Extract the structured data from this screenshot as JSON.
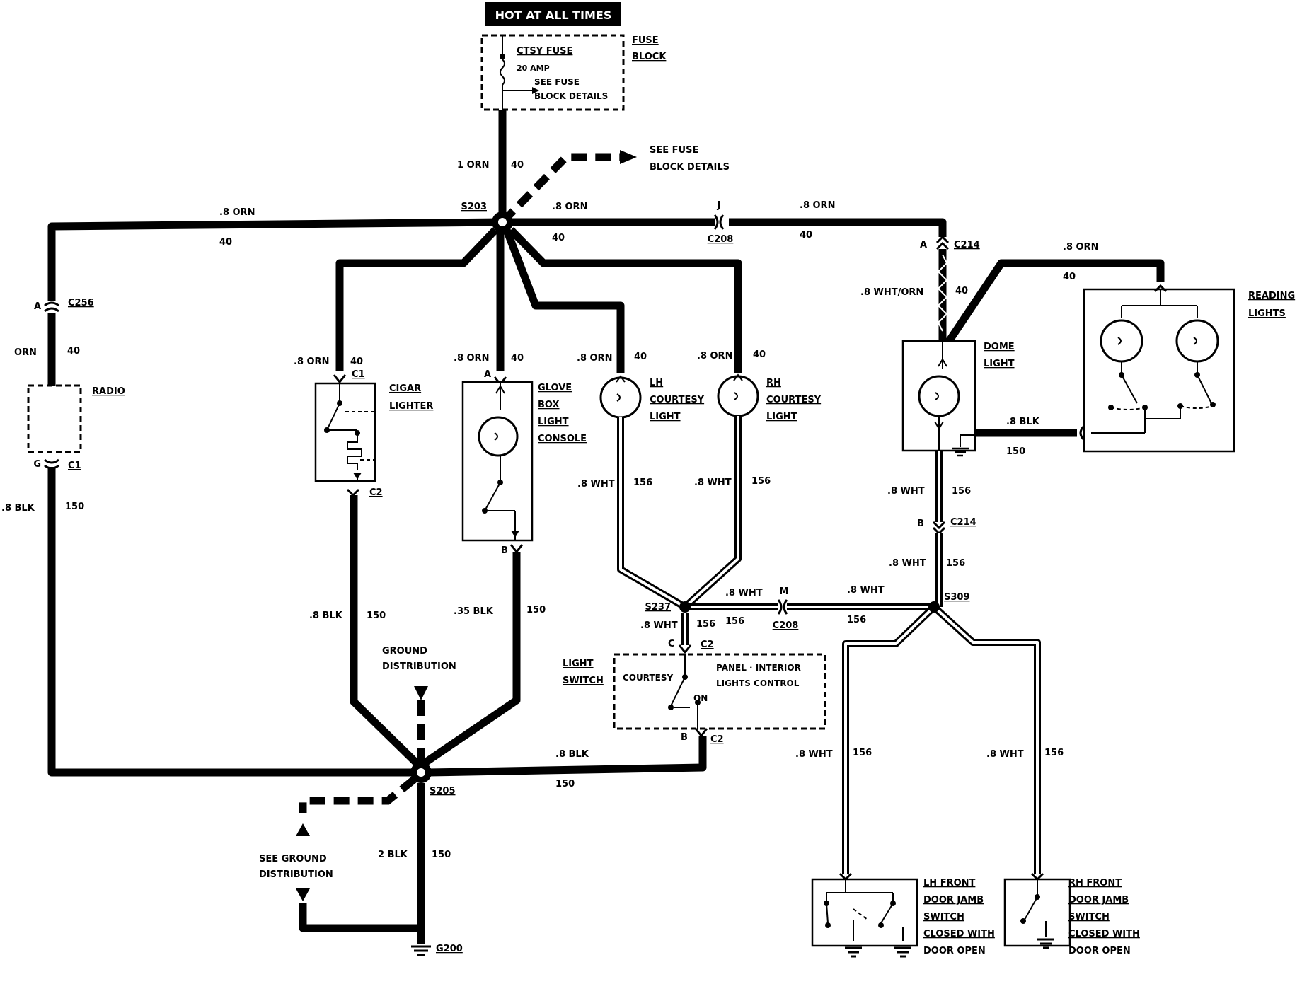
{
  "header": {
    "power_label": "HOT AT ALL TIMES"
  },
  "fuse": {
    "name": "CTSY FUSE",
    "rating": "20 AMP",
    "see_line1": "SEE FUSE",
    "see_line2": "BLOCK DETAILS",
    "block_line1": "FUSE",
    "block_line2": "BLOCK"
  },
  "refs": {
    "fuse_details_line1": "SEE FUSE",
    "fuse_details_line2": "BLOCK DETAILS",
    "ground_dist_line1": "GROUND",
    "ground_dist_line2": "DISTRIBUTION",
    "see_ground_line1": "SEE GROUND",
    "see_ground_line2": "DISTRIBUTION"
  },
  "splices": {
    "s203": "S203",
    "s205": "S205",
    "s237": "S237",
    "s309": "S309",
    "g200": "G200"
  },
  "connectors": {
    "j": "J",
    "c208": "C208",
    "a": "A",
    "b": "B",
    "c": "C",
    "g": "G",
    "m": "M",
    "c214": "C214",
    "c256": "C256",
    "c1": "C1",
    "c2": "C2"
  },
  "wires": {
    "orn_1": "1 ORN",
    "orn_08": ".8 ORN",
    "orn": "ORN",
    "circ_40": "40",
    "wht_orn": ".8 WHT/ORN",
    "wht_08": ".8 WHT",
    "circ_156": "156",
    "blk_08": ".8 BLK",
    "blk_035": ".35  BLK",
    "blk_2": "2 BLK",
    "circ_150": "150"
  },
  "components": {
    "radio": "RADIO",
    "cigar": [
      "CIGAR",
      "LIGHTER"
    ],
    "glove": [
      "GLOVE",
      "BOX",
      "LIGHT",
      "CONSOLE"
    ],
    "lh_courtesy": [
      "LH",
      "COURTESY",
      "LIGHT"
    ],
    "rh_courtesy": [
      "RH",
      "COURTESY",
      "LIGHT"
    ],
    "dome": [
      "DOME",
      "LIGHT"
    ],
    "reading": [
      "READING",
      "LIGHTS"
    ],
    "light_switch": [
      "LIGHT",
      "SWITCH"
    ],
    "courtesy_pos": "COURTESY",
    "on_pos": "ON",
    "panel_ctrl": [
      "PANEL · INTERIOR",
      "LIGHTS CONTROL"
    ],
    "lh_door": [
      "LH FRONT",
      "DOOR JAMB",
      "SWITCH",
      "CLOSED WITH",
      "DOOR OPEN"
    ],
    "rh_door": [
      "RH FRONT",
      "DOOR JAMB",
      "SWITCH",
      "CLOSED WITH",
      "DOOR OPEN"
    ]
  }
}
